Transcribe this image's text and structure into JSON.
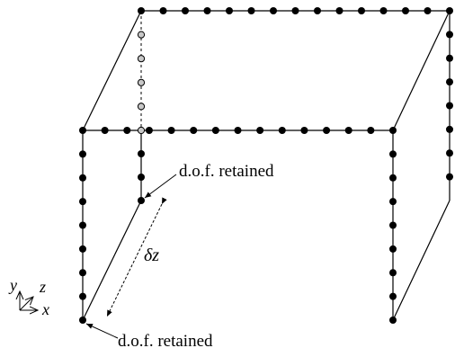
{
  "annotations": {
    "dof_top": "d.o.f. retained",
    "dof_bottom": "d.o.f. retained",
    "delta_z": "δz"
  },
  "axes": {
    "x": "x",
    "y": "y",
    "z": "z"
  },
  "colors": {
    "node": "#000000",
    "hidden_node_fill": "#c8c8c8",
    "line": "#000000"
  }
}
